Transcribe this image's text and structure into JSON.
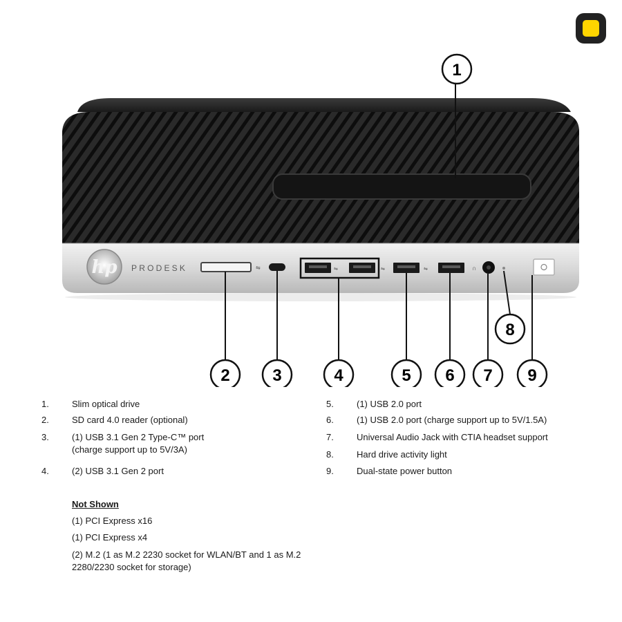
{
  "brand": {
    "logo_text": "hp",
    "model_text": "PRODESK",
    "accent_color": "#ffd500"
  },
  "callouts": [
    "1",
    "2",
    "3",
    "4",
    "5",
    "6",
    "7",
    "8",
    "9"
  ],
  "legend_left": [
    {
      "num": "1.",
      "text": "Slim optical drive"
    },
    {
      "num": "2.",
      "text": "SD card 4.0 reader (optional)"
    },
    {
      "num": "3.",
      "text": "(1) USB 3.1 Gen 2 Type-C™ port\n(charge support up to 5V/3A)"
    },
    {
      "num": "4.",
      "text": "(2) USB 3.1 Gen 2 port"
    }
  ],
  "legend_right": [
    {
      "num": "5.",
      "text": "(1) USB 2.0 port"
    },
    {
      "num": "6.",
      "text": "(1) USB 2.0 port (charge support up to 5V/1.5A)"
    },
    {
      "num": "7.",
      "text": "Universal Audio Jack with CTIA headset support"
    },
    {
      "num": "8.",
      "text": "Hard drive activity light"
    },
    {
      "num": "9.",
      "text": "Dual-state power button"
    }
  ],
  "not_shown": {
    "heading": "Not Shown",
    "items": [
      "(1) PCI Express x16",
      "(1) PCI Express x4",
      "(2) M.2 (1 as M.2 2230 socket for WLAN/BT and 1 as M.2\n2280/2230 socket for storage)"
    ]
  }
}
